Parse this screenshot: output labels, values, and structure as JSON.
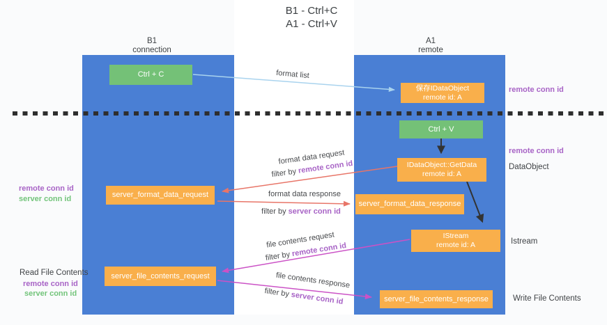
{
  "title": {
    "line1": "B1 - Ctrl+C",
    "line2": "A1 - Ctrl+V"
  },
  "left_column": {
    "header1": "B1",
    "header2": "connection"
  },
  "right_column": {
    "header1": "A1",
    "header2": "remote"
  },
  "boxes": {
    "ctrl_c": {
      "label": "Ctrl + C"
    },
    "ctrl_v": {
      "label": "Ctrl + V"
    },
    "save_idataobject": {
      "line1": "保存IDataObject",
      "line2": "remote id: A"
    },
    "idataobject_getdata": {
      "line1": "IDataObject::GetData",
      "line2": "remote id: A"
    },
    "istream": {
      "line1": "IStream",
      "line2": "remote id: A"
    },
    "server_format_data_request": {
      "label": "server_format_data_request"
    },
    "server_format_data_response": {
      "label": "server_format_data_response"
    },
    "server_file_contents_request": {
      "label": "server_file_contents_request"
    },
    "server_file_contents_response": {
      "label": "server_file_contents_response"
    }
  },
  "arrows": {
    "format_list": {
      "label": "format list"
    },
    "format_data_request": {
      "label": "format data request",
      "filter_prefix": "filter by ",
      "filter_key": "remote conn id"
    },
    "format_data_response": {
      "label": "format data response",
      "filter_prefix": "filter by ",
      "filter_key": "server conn id"
    },
    "file_contents_request": {
      "label": "file contents request",
      "filter_prefix": "filter by ",
      "filter_key": "remote conn id"
    },
    "file_contents_response": {
      "label": "file contents response",
      "filter_prefix": "filter by ",
      "filter_key": "server conn id"
    }
  },
  "right_labels": {
    "remote_conn_id_top": "remote conn id",
    "remote_conn_id_mid": "remote conn id",
    "dataobject": "DataObject",
    "istream": "Istream",
    "write_file_contents": "Write File Contents"
  },
  "left_labels": {
    "remote_conn_id_1": "remote conn id",
    "server_conn_id_1": "server conn id",
    "read_file_contents": "Read File Contents",
    "remote_conn_id_2": "remote conn id",
    "server_conn_id_2": "server conn id"
  },
  "colors": {
    "column_blue": "#4a7fd4",
    "box_green": "#74c177",
    "box_orange": "#f9af4b",
    "arrow_blue": "#a9d3ee",
    "arrow_red": "#e87568",
    "arrow_magenta": "#cb52c6",
    "arrow_black": "#333333",
    "dashed_line": "#2e2e2e",
    "text_purple": "#a864c6",
    "text_green": "#72c47a"
  }
}
